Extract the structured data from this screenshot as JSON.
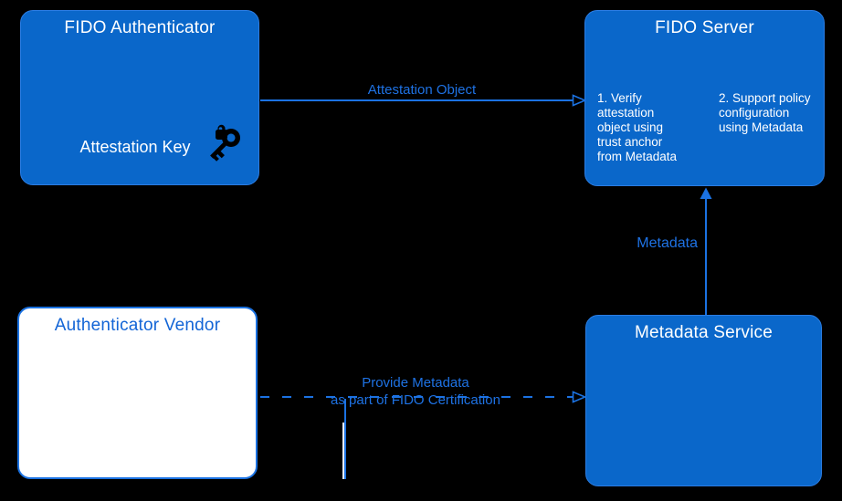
{
  "diagram": {
    "background": "#000000",
    "colors": {
      "box_fill": "#0a67ca",
      "box_border": "#2c7de3",
      "line_blue": "#1b72e2",
      "label_blue": "#1e72e4",
      "vendor_title_blue": "#1365d6",
      "title_white": "#ffffff",
      "icon_black": "#000000"
    },
    "boxes": {
      "fido_authenticator": {
        "title": "FIDO Authenticator",
        "label": "Attestation Key",
        "icon": "key-icon"
      },
      "fido_server": {
        "title": "FIDO Server",
        "item1": "1. Verify\nattestation\nobject using\ntrust anchor\nfrom Metadata",
        "item2": "2. Support policy\nconfiguration\nusing Metadata"
      },
      "authenticator_vendor": {
        "title": "Authenticator Vendor"
      },
      "metadata_service": {
        "title": "Metadata Service"
      }
    },
    "arrows": {
      "attestation_object": {
        "label": "Attestation Object",
        "style": "solid",
        "from": "fido_authenticator",
        "to": "fido_server"
      },
      "metadata": {
        "label": "Metadata",
        "style": "solid",
        "from": "metadata_service",
        "to": "fido_server"
      },
      "provide_metadata": {
        "label": "Provide Metadata\nas part of FIDO Certification",
        "style": "dashed",
        "from": "authenticator_vendor",
        "to": "metadata_service"
      }
    }
  }
}
